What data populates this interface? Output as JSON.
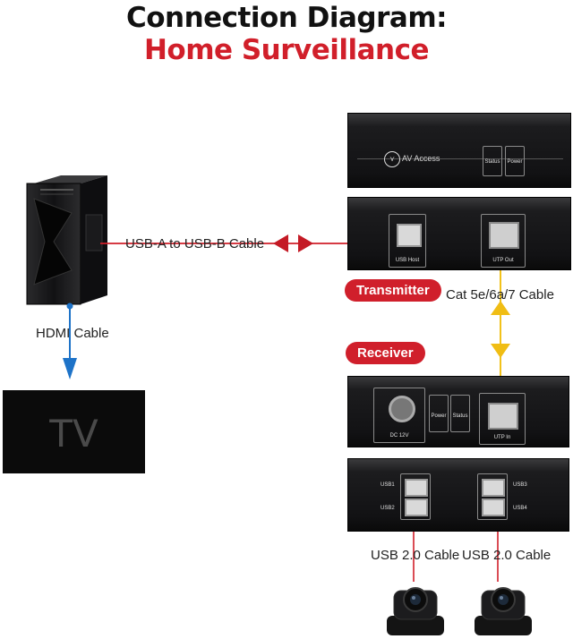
{
  "title": {
    "line1": "Connection Diagram:",
    "line2": "Home Surveillance"
  },
  "labels": {
    "usb_a_to_b": "USB-A to USB-B Cable",
    "hdmi": "HDMI Cable",
    "cat": "Cat 5e/6a/7 Cable",
    "usb20_left": "USB 2.0 Cable",
    "usb20_right": "USB 2.0 Cable"
  },
  "badges": {
    "transmitter": "Transmitter",
    "receiver": "Receiver"
  },
  "tv": {
    "text": "TV"
  },
  "devices": {
    "tx_front": {
      "brand": "AV Access",
      "status": "Status",
      "power": "Power"
    },
    "tx_back": {
      "usb_host": "USB Host",
      "utp_out": "UTP Out"
    },
    "rx_front": {
      "dc": "DC 12V",
      "power": "Power",
      "status": "Status",
      "utp_in": "UTP In"
    },
    "rx_back": {
      "usb1": "USB1",
      "usb2": "USB2",
      "usb3": "USB3",
      "usb4": "USB4"
    }
  },
  "colors": {
    "accent_red": "#d11f2a",
    "cable_blue": "#1e73c8",
    "cable_yellow": "#f2c21a",
    "device_black": "#121214"
  }
}
